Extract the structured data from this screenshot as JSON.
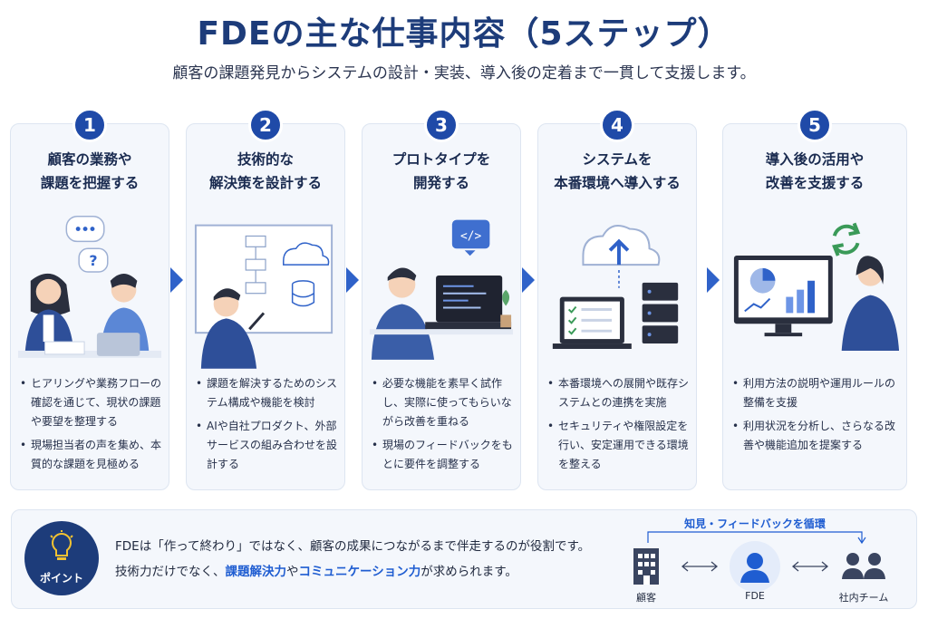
{
  "header": {
    "title": "FDEの主な仕事内容（5ステップ）",
    "subtitle": "顧客の課題発見からシステムの設計・実装、導入後の定着まで一貫して支援します。"
  },
  "steps": [
    {
      "number": "1",
      "title_line1": "顧客の業務や",
      "title_line2": "課題を把握する",
      "bullets": [
        "ヒアリングや業務フローの確認を通じて、現状の課題や要望を整理する",
        "現場担当者の声を集め、本質的な課題を見極める"
      ]
    },
    {
      "number": "2",
      "title_line1": "技術的な",
      "title_line2": "解決策を設計する",
      "bullets": [
        "課題を解決するためのシステム構成や機能を検討",
        "AIや自社プロダクト、外部サービスの組み合わせを設計する"
      ]
    },
    {
      "number": "3",
      "title_line1": "プロトタイプを",
      "title_line2": "開発する",
      "bullets": [
        "必要な機能を素早く試作し、実際に使ってもらいながら改善を重ねる",
        "現場のフィードバックをもとに要件を調整する"
      ]
    },
    {
      "number": "4",
      "title_line1": "システムを",
      "title_line2": "本番環境へ導入する",
      "bullets": [
        "本番環境への展開や既存システムとの連携を実施",
        "セキュリティや権限設定を行い、安定運用できる環境を整える"
      ]
    },
    {
      "number": "5",
      "title_line1": "導入後の活用や",
      "title_line2": "改善を支援する",
      "bullets": [
        "利用方法の説明や運用ルールの整備を支援",
        "利用状況を分析し、さらなる改善や機能追加を提案する"
      ]
    }
  ],
  "point": {
    "badge_label": "ポイント",
    "line1": "FDEは「作って終わり」ではなく、顧客の成果につながるまで伴走するのが役割です。",
    "line2_prefix": "技術力だけでなく、",
    "line2_hl1": "課題解決力",
    "line2_mid": "や",
    "line2_hl2": "コミュニケーション力",
    "line2_suffix": "が求められます。",
    "loop_label": "知見・フィードバックを循環",
    "actors": {
      "customer": "顧客",
      "fde": "FDE",
      "team": "社内チーム"
    }
  },
  "colors": {
    "primary": "#1d3c7a",
    "accent": "#1f5dd1",
    "card_bg": "#f4f7fc",
    "arrow": "#2f62c9"
  },
  "icons": [
    "speech-bubble-icon",
    "question-icon",
    "cloud-icon",
    "database-icon",
    "code-icon",
    "upload-cloud-icon",
    "server-icon",
    "checklist-icon",
    "refresh-icon",
    "chart-icon",
    "lightbulb-icon",
    "building-icon",
    "person-icon",
    "team-icon",
    "bidirectional-arrow-icon"
  ]
}
